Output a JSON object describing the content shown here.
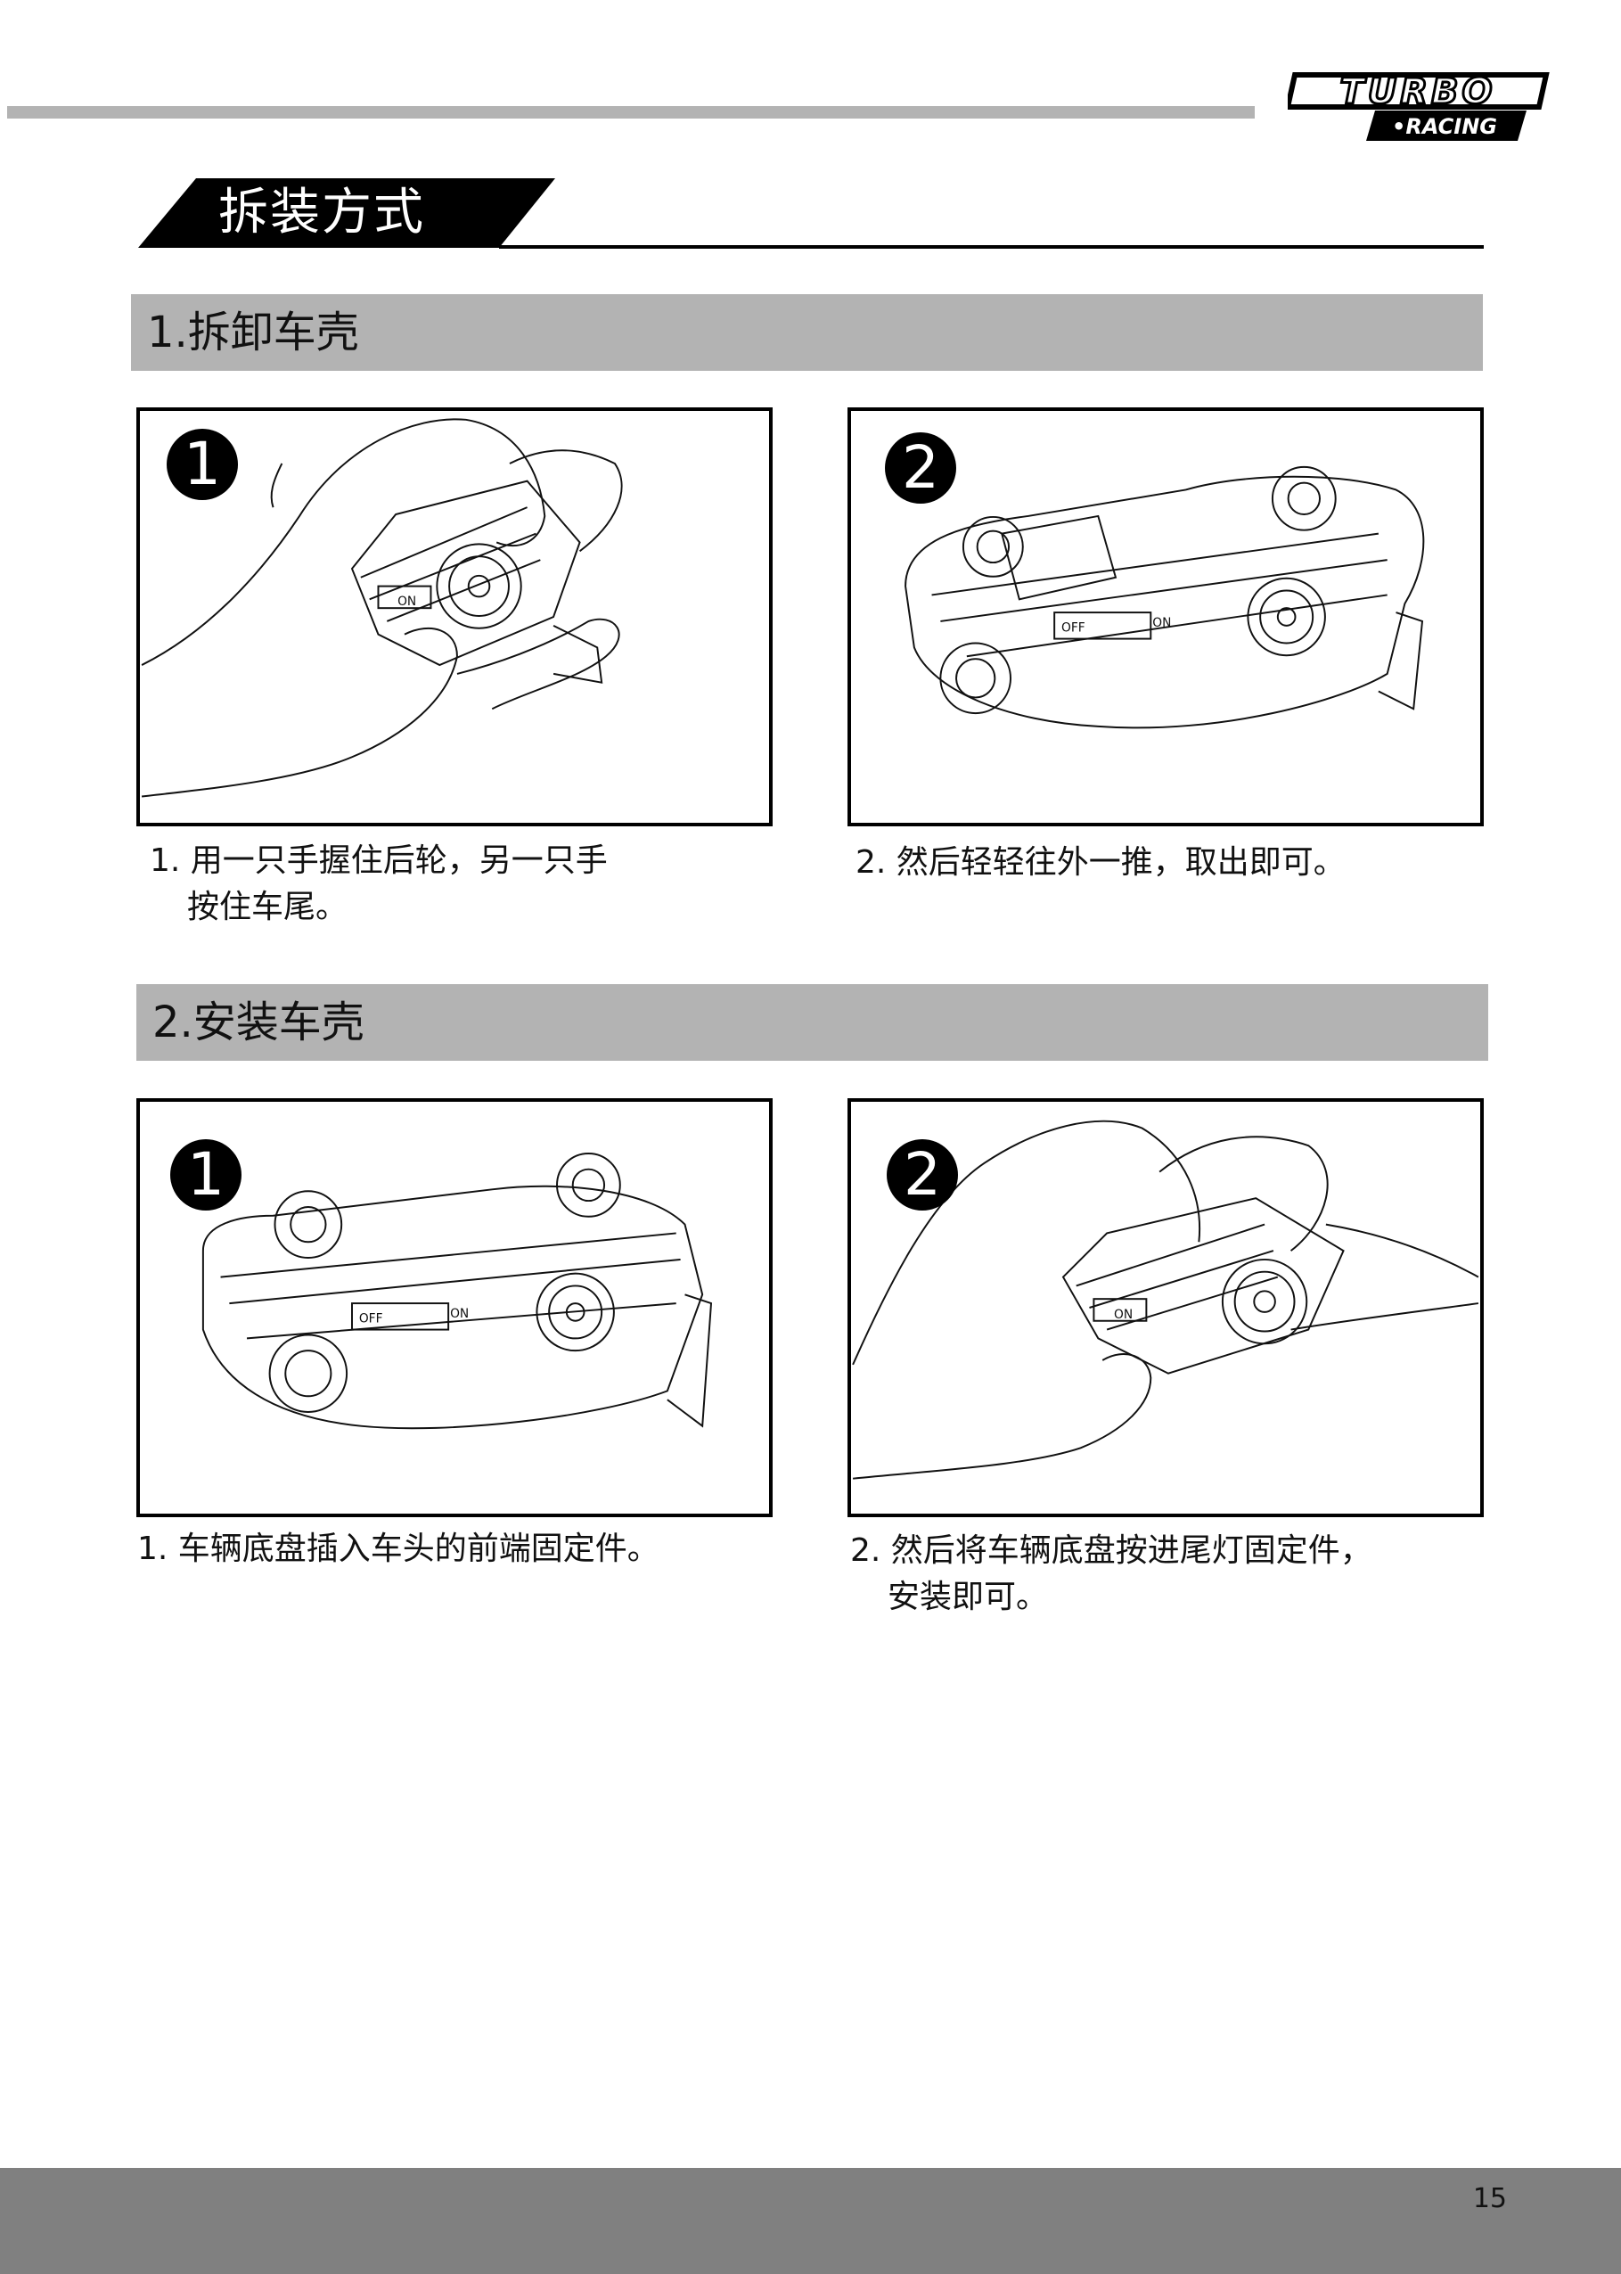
{
  "brand": {
    "line1": "TURBO",
    "line2": "•RACING"
  },
  "page_title": "拆装方式",
  "sections": [
    {
      "heading": "1.拆卸车壳",
      "steps": [
        {
          "badge": "1",
          "caption_line1": "1. 用一只手握住后轮，另一只手",
          "caption_line2": "按住车尾。"
        },
        {
          "badge": "2",
          "caption_line1": "2. 然后轻轻往外一推，取出即可。",
          "caption_line2": ""
        }
      ]
    },
    {
      "heading": "2.安装车壳",
      "steps": [
        {
          "badge": "1",
          "caption_line1": "1. 车辆底盘插入车头的前端固定件。",
          "caption_line2": ""
        },
        {
          "badge": "2",
          "caption_line1": "2. 然后将车辆底盘按进尾灯固定件，",
          "caption_line2": "安装即可。"
        }
      ]
    }
  ],
  "switch_labels": {
    "off": "OFF",
    "on": "ON"
  },
  "page_number": "15"
}
